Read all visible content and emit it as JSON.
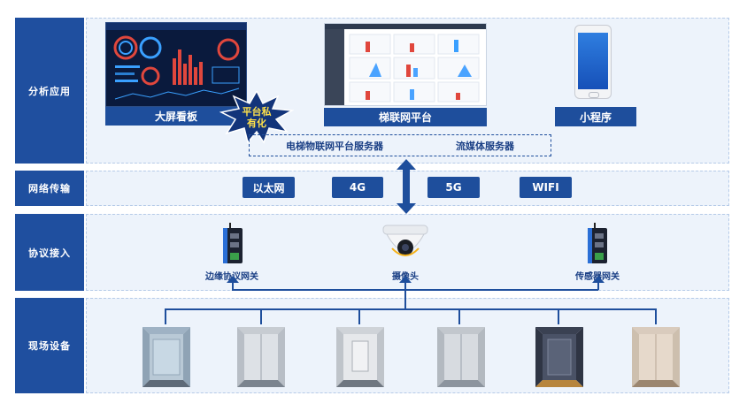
{
  "layers": {
    "analysis": "分析应用",
    "network": "网络传输",
    "protocol": "协议接入",
    "field": "现场设备"
  },
  "apps": {
    "dashboard": "大屏看板",
    "platform": "梯联网平台",
    "miniprogram": "小程序",
    "private_badge_line1": "平台私",
    "private_badge_line2": "有化"
  },
  "servers": {
    "iot_server": "电梯物联网平台服务器",
    "media_server": "流媒体服务器"
  },
  "network": {
    "ethernet": "以太网",
    "g4": "4G",
    "g5": "5G",
    "wifi": "WIFI"
  },
  "devices": {
    "edge_gateway": "边缘协议网关",
    "camera": "摄像头",
    "sensor_gateway": "传感器网关"
  },
  "colors": {
    "navy": "#1e4e9c",
    "band": "#edf3fb",
    "caption": "#1a3f85"
  }
}
